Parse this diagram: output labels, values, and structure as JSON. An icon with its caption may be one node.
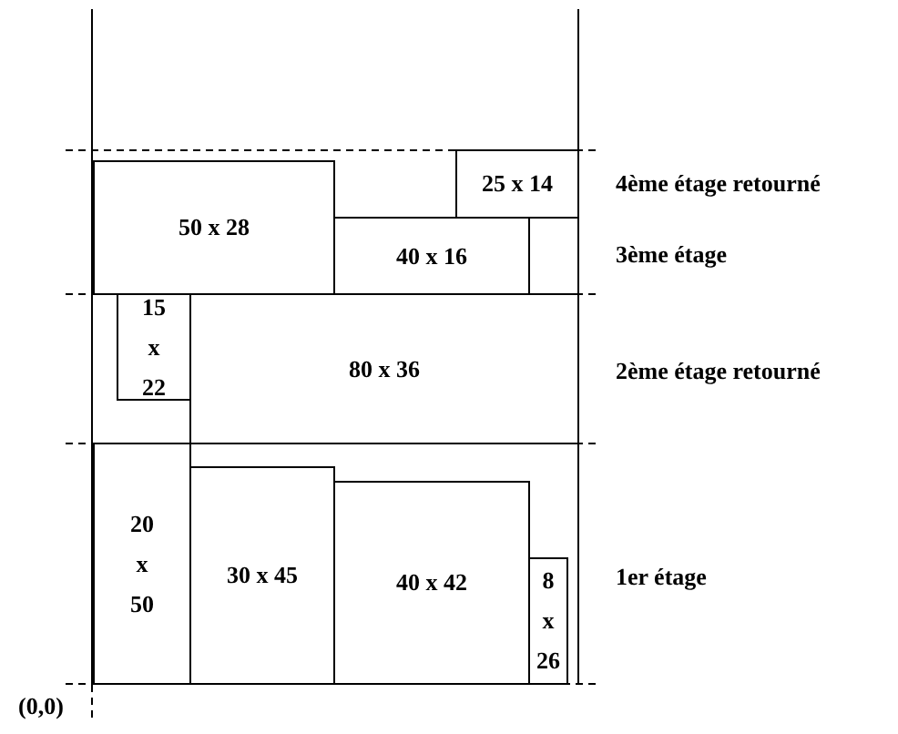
{
  "diagram": {
    "nodes": [
      {
        "text": [
          "25 x 14"
        ]
      },
      {
        "text": [
          "50 x 28"
        ]
      },
      {
        "text": [
          "40 x 16"
        ]
      },
      {
        "text": [
          "15 x 22"
        ]
      },
      {
        "text": [
          "80 x 36"
        ]
      },
      {
        "text": [
          "20 x 50"
        ]
      },
      {
        "text": [
          "30 x 45"
        ]
      },
      {
        "text": [
          "40 x 42"
        ]
      },
      {
        "text": [
          "8 x 26"
        ]
      }
    ],
    "labels": [
      "4ème étage retourné",
      "3ème étage",
      "2ème étage retourné",
      "1er étage",
      "(0,0)"
    ]
  }
}
